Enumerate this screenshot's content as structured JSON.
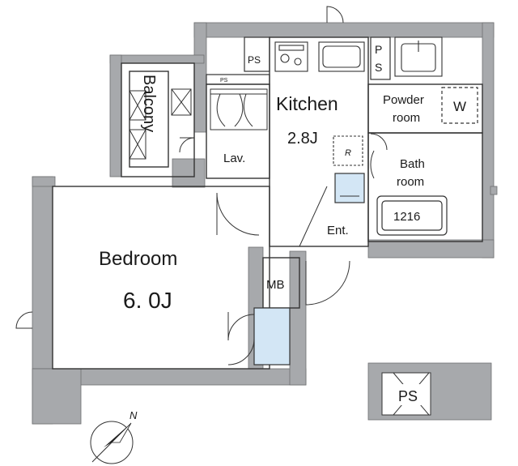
{
  "rooms": {
    "kitchen": {
      "name": "Kitchen",
      "size": "2.8J"
    },
    "powder": {
      "line1": "Powder",
      "line2": "room"
    },
    "w": "W",
    "bath": {
      "line1": "Bath",
      "line2": "room"
    },
    "tub": "1216",
    "lav": "Lav.",
    "ent": "Ent.",
    "bedroom": {
      "name": "Bedroom",
      "size": "6. 0J"
    },
    "mb": "MB",
    "balcony": "Balcony",
    "fridge": "R"
  },
  "ps_labels": {
    "top_left": "PS",
    "tiny": "PS",
    "vertical_p": "P",
    "vertical_s": "S",
    "outside": "PS"
  },
  "compass": {
    "north": "N"
  },
  "colors": {
    "wall": "#a7a9ac",
    "closet_fill": "#d3e6f5",
    "line": "#333333"
  }
}
